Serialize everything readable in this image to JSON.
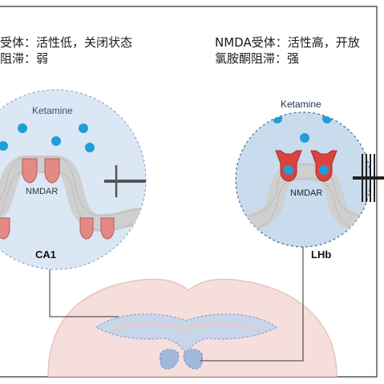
{
  "left_panel": {
    "line1": "受体：活性低，关闭状态",
    "line2": "阻滞：弱",
    "molecule_label": "Ketamine",
    "receptor_label": "NMDAR",
    "region_label": "CA1"
  },
  "right_panel": {
    "line1": "NMDA受体：活性高，开放",
    "line2": "氯胺酮阻滞：强",
    "molecule_label": "Ketamine",
    "receptor_label": "NMDAR",
    "region_label": "LHb"
  },
  "colors": {
    "circle_left": "#dbe7f4",
    "circle_right": "#c9dcee",
    "ketamine": "#1f9fd8",
    "receptor": "#d9443f",
    "receptor_closed": "#e38a86",
    "membrane": "#d0d0d0",
    "brain": "#f6dedd"
  }
}
